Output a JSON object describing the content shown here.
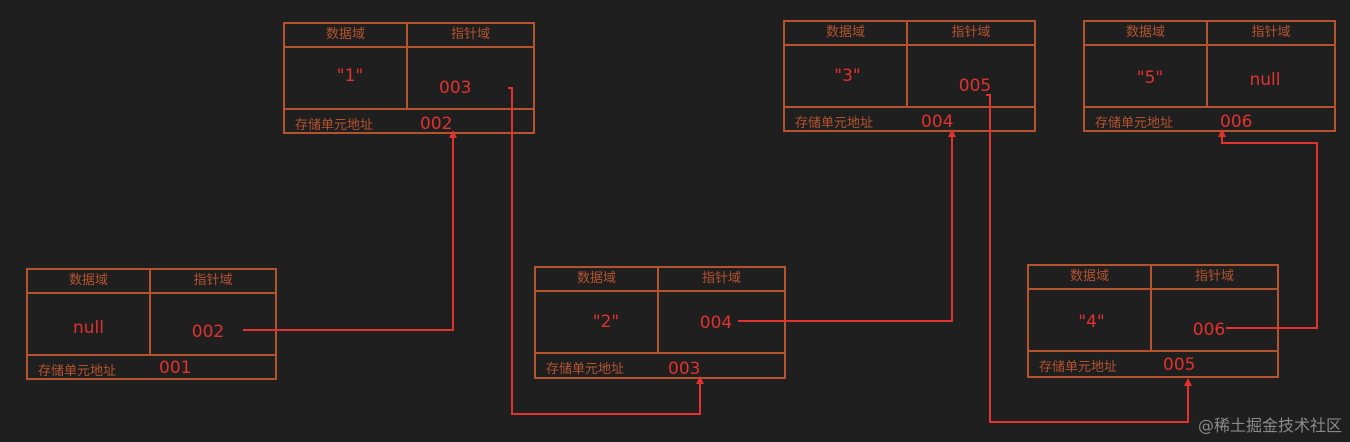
{
  "labels": {
    "data_field": "数据域",
    "pointer_field": "指针域",
    "storage_address": "存储单元地址"
  },
  "nodes": [
    {
      "id": "n1",
      "data": "null",
      "pointer": "002",
      "address": "001"
    },
    {
      "id": "n2",
      "data": "\"1\"",
      "pointer": "003",
      "address": "002"
    },
    {
      "id": "n3",
      "data": "\"2\"",
      "pointer": "004",
      "address": "003"
    },
    {
      "id": "n4",
      "data": "\"3\"",
      "pointer": "005",
      "address": "004"
    },
    {
      "id": "n5",
      "data": "\"4\"",
      "pointer": "006",
      "address": "005"
    },
    {
      "id": "n6",
      "data": "\"5\"",
      "pointer": "null",
      "address": "006"
    }
  ],
  "colors": {
    "border": "#b5532f",
    "value": "#e0322e",
    "arrow": "#e0322e",
    "background": "#1f1f1f"
  },
  "watermark": "@稀土掘金技术社区"
}
